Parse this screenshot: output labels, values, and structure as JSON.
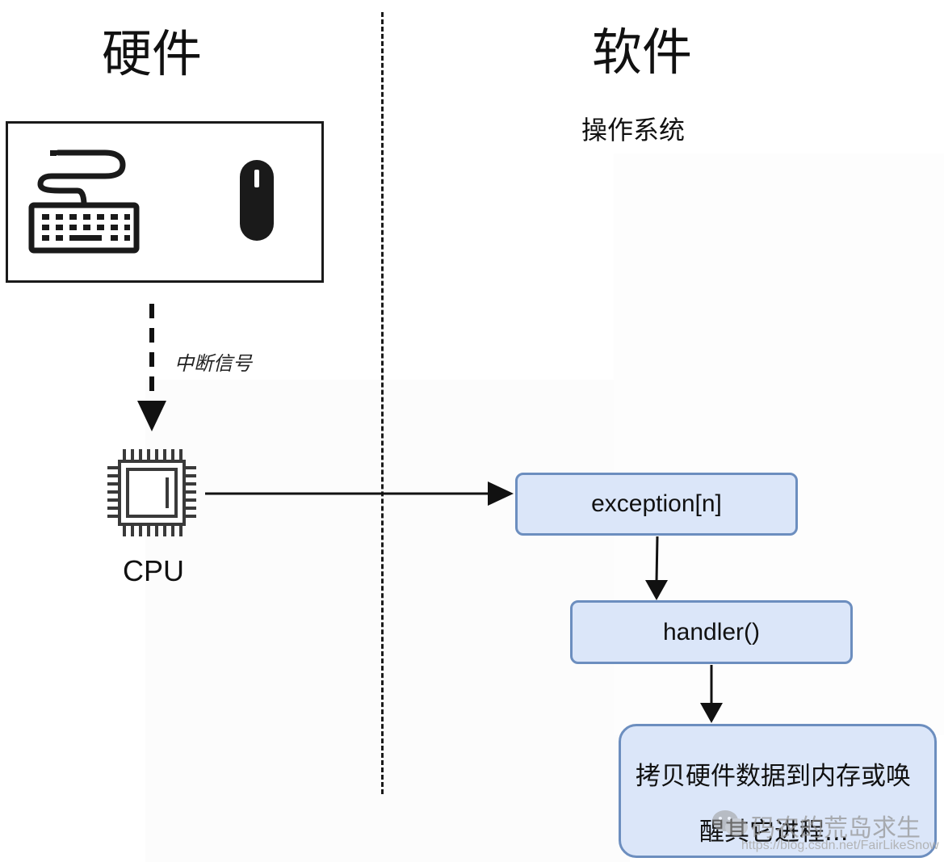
{
  "headings": {
    "hardware": "硬件",
    "software": "软件"
  },
  "os_label": "操作系统",
  "interrupt_label": "中断信号",
  "cpu_label": "CPU",
  "boxes": {
    "exception": "exception[n]",
    "handler": "handler()",
    "copy_line1": "拷贝硬件数据到内存或唤",
    "copy_line2": "醒其它进程..."
  },
  "watermark": {
    "name": "码农的荒岛求生",
    "url": "https://blog.csdn.net/FairLikeSnow"
  },
  "icons": [
    "keyboard-icon",
    "mouse-icon",
    "cpu-chip-icon",
    "wechat-icon"
  ],
  "colors": {
    "box_fill": "#dbe6f9",
    "box_stroke": "#6c8ebf",
    "line": "#111111"
  }
}
